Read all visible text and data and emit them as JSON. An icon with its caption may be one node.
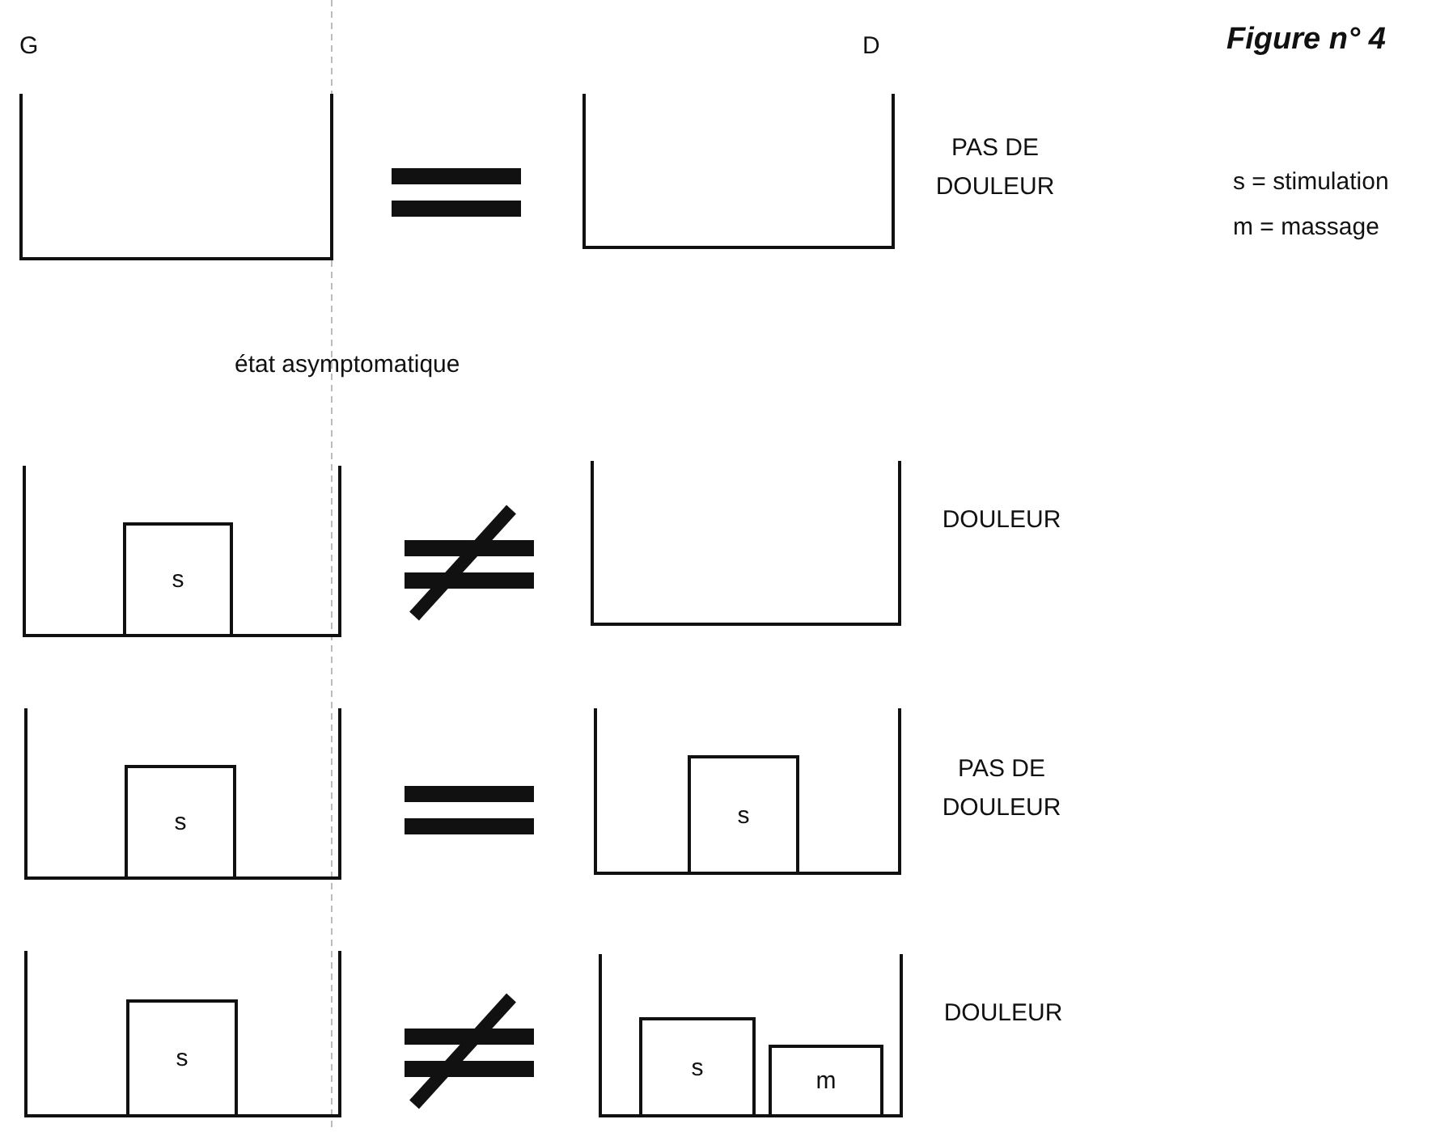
{
  "diagram": {
    "title": "Figure n° 4",
    "nodes": [
      {
        "text": [],
        "shape": "box"
      },
      {
        "text": [],
        "shape": "box",
        "beside": [
          "PAS DE DOULEUR"
        ]
      },
      {
        "text": [],
        "shape": "box"
      },
      {
        "text": [
          "s"
        ],
        "in": 2
      },
      {
        "text": [],
        "shape": "box",
        "beside": [
          "DOULEUR"
        ]
      },
      {
        "text": [],
        "shape": "box"
      },
      {
        "text": [
          "s"
        ],
        "in": 5
      },
      {
        "text": [],
        "shape": "box",
        "beside": [
          "PAS DE DOULEUR"
        ]
      },
      {
        "text": [
          "s"
        ],
        "in": 7
      },
      {
        "text": [],
        "shape": "box"
      },
      {
        "text": [
          "s"
        ],
        "in": 9
      },
      {
        "text": [],
        "shape": "box",
        "beside": [
          "DOULEUR"
        ]
      },
      {
        "text": [
          "s"
        ],
        "in": 11
      },
      {
        "text": [
          "m"
        ],
        "in": 11
      }
    ],
    "labels": [
      "G",
      "D",
      "état asymptomatique",
      "s = stimulation",
      "m = massage"
    ]
  }
}
